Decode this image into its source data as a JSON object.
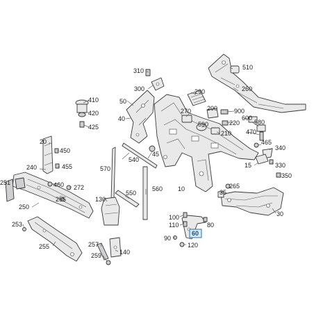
{
  "callouts": [
    {
      "id": "c310",
      "text": "310"
    },
    {
      "id": "c300",
      "text": "300"
    },
    {
      "id": "c510",
      "text": "510"
    },
    {
      "id": "c260",
      "text": "260"
    },
    {
      "id": "c290",
      "text": "290"
    },
    {
      "id": "c410",
      "text": "410"
    },
    {
      "id": "c50",
      "text": "50"
    },
    {
      "id": "c420",
      "text": "420"
    },
    {
      "id": "c425",
      "text": "425"
    },
    {
      "id": "c40",
      "text": "40"
    },
    {
      "id": "c270",
      "text": "270"
    },
    {
      "id": "c200",
      "text": "200"
    },
    {
      "id": "c900",
      "text": "900"
    },
    {
      "id": "c600",
      "text": "600"
    },
    {
      "id": "c590",
      "text": "590"
    },
    {
      "id": "c220",
      "text": "220"
    },
    {
      "id": "c580",
      "text": "580"
    },
    {
      "id": "c470",
      "text": "470"
    },
    {
      "id": "c210",
      "text": "210"
    },
    {
      "id": "c465",
      "text": "465"
    },
    {
      "id": "c340",
      "text": "340"
    },
    {
      "id": "c20",
      "text": "20"
    },
    {
      "id": "c450",
      "text": "450"
    },
    {
      "id": "c455",
      "text": "455"
    },
    {
      "id": "c240",
      "text": "240"
    },
    {
      "id": "c570",
      "text": "570"
    },
    {
      "id": "c540",
      "text": "540"
    },
    {
      "id": "c45",
      "text": "45"
    },
    {
      "id": "c10",
      "text": "10"
    },
    {
      "id": "c15",
      "text": "15"
    },
    {
      "id": "c330",
      "text": "330"
    },
    {
      "id": "c350",
      "text": "350"
    },
    {
      "id": "c251",
      "text": "251"
    },
    {
      "id": "c460",
      "text": "460"
    },
    {
      "id": "c272",
      "text": "272"
    },
    {
      "id": "c35",
      "text": "35"
    },
    {
      "id": "c265a",
      "text": "265"
    },
    {
      "id": "c560",
      "text": "560"
    },
    {
      "id": "c550",
      "text": "550"
    },
    {
      "id": "c130",
      "text": "130"
    },
    {
      "id": "c265b",
      "text": "265"
    },
    {
      "id": "c250",
      "text": "250"
    },
    {
      "id": "c30",
      "text": "30"
    },
    {
      "id": "c100",
      "text": "100"
    },
    {
      "id": "c110",
      "text": "110"
    },
    {
      "id": "c80",
      "text": "80"
    },
    {
      "id": "c253",
      "text": "253"
    },
    {
      "id": "c90",
      "text": "90"
    },
    {
      "id": "c120",
      "text": "120"
    },
    {
      "id": "c257",
      "text": "257"
    },
    {
      "id": "c255",
      "text": "255"
    },
    {
      "id": "c140",
      "text": "140"
    },
    {
      "id": "c259",
      "text": "259"
    }
  ],
  "highlighted_callout": {
    "text": "60"
  }
}
